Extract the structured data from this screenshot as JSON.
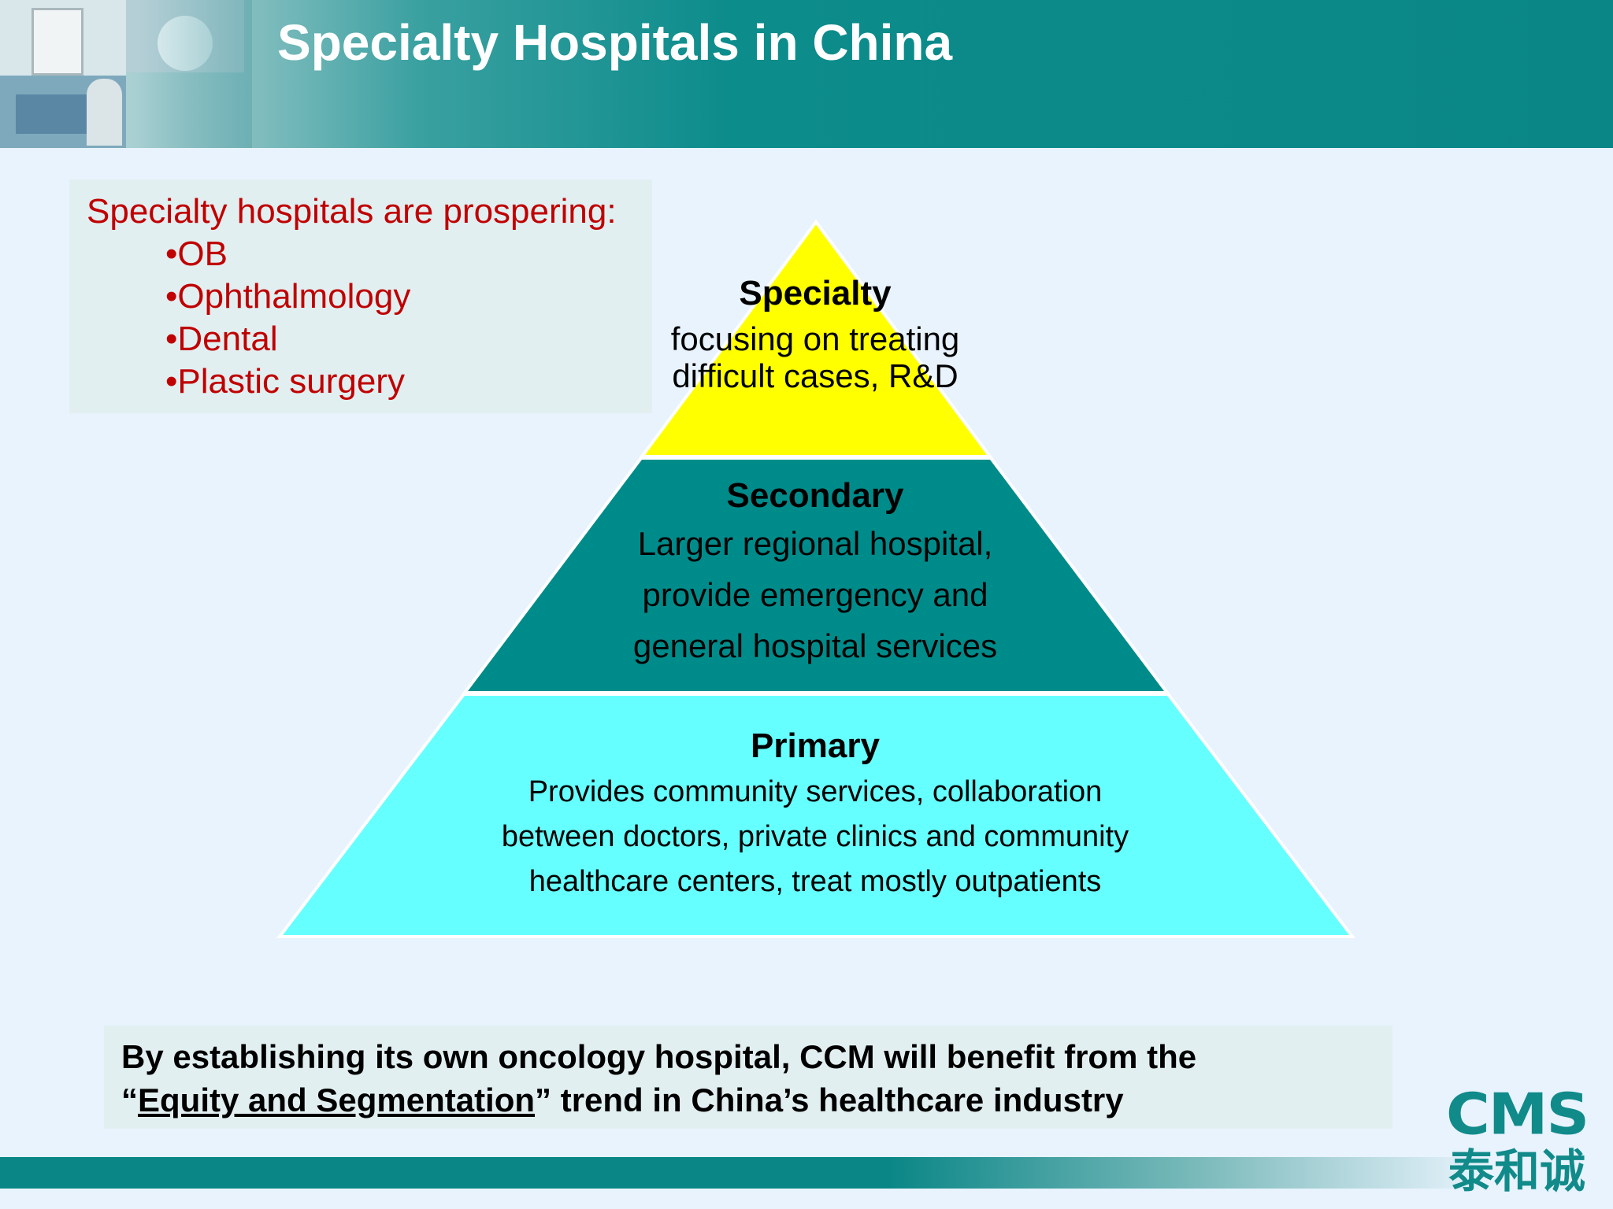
{
  "header": {
    "title": "Specialty Hospitals in China",
    "background_color": "#0a8686"
  },
  "info_box": {
    "heading": "Specialty hospitals are prospering:",
    "items": [
      "•OB",
      "•Ophthalmology",
      "•Dental",
      "•Plastic surgery"
    ],
    "text_color": "#c00000"
  },
  "pyramid": {
    "tiers": [
      {
        "title": "Specialty",
        "description_lines": [
          "focusing on treating",
          "difficult cases, R&D"
        ],
        "color": "#ffff00"
      },
      {
        "title": "Secondary",
        "description_lines": [
          "Larger regional hospital,",
          "provide emergency and",
          "general hospital services"
        ],
        "color": "#008b8b"
      },
      {
        "title": "Primary",
        "description_lines": [
          "Provides community services, collaboration",
          "between doctors, private clinics and community",
          "healthcare centers, treat mostly outpatients"
        ],
        "color": "#66ffff"
      }
    ]
  },
  "bottom_note": {
    "line1": "By establishing its own oncology hospital, CCM will benefit from the",
    "line2_prefix": "“",
    "line2_underlined": "Equity and Segmentation",
    "line2_suffix": "” trend in China’s healthcare industry"
  },
  "logo": {
    "mark": "CMS",
    "chinese": "泰和诚",
    "color": "#118a8a"
  }
}
